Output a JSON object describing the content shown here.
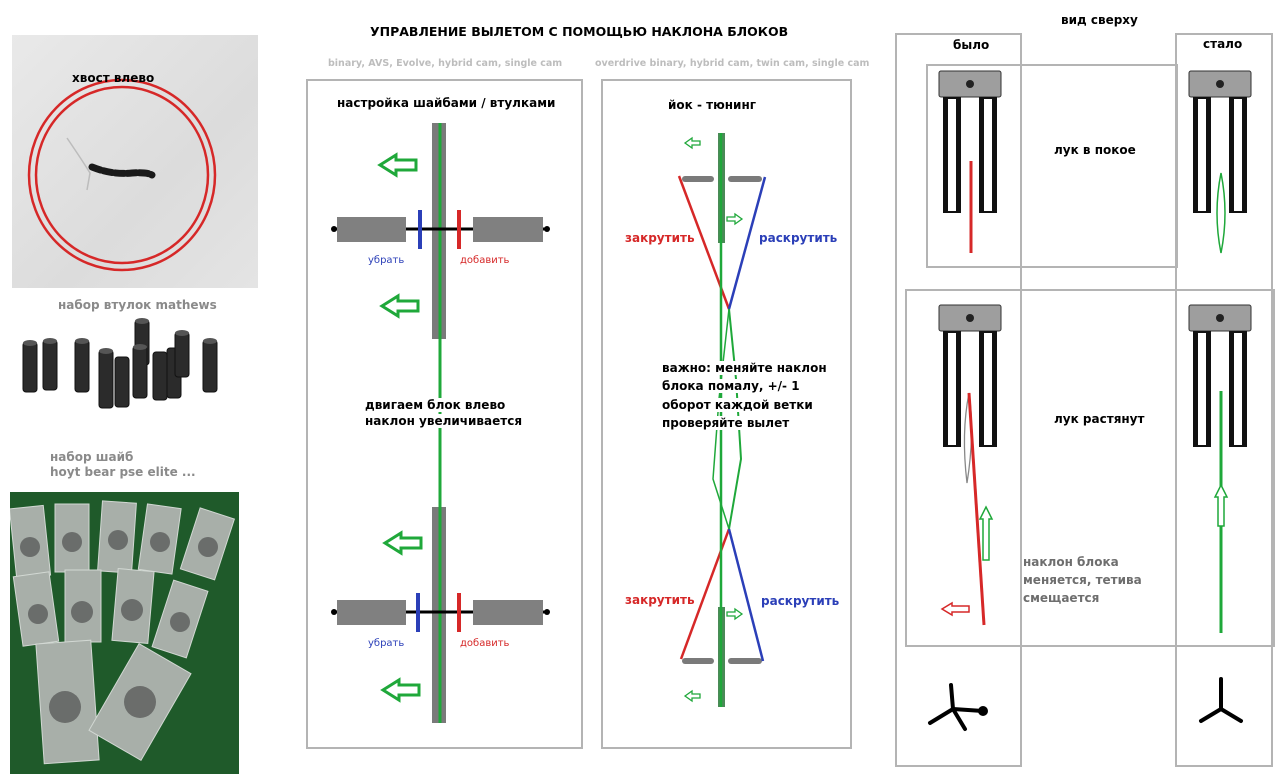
{
  "title": "УПРАВЛЕНИЕ ВЫЛЕТОМ С ПОМОЩЬЮ НАКЛОНА БЛОКОВ",
  "left": {
    "photo_caption": "хвост влево",
    "bushings_caption": "набор втулок  mathews",
    "shims_caption_line1": "набор шайб",
    "shims_caption_line2": "hoyt bear pse elite ..."
  },
  "panel_shims": {
    "subtitle": "binary, AVS, Evolve, hybrid cam, single cam",
    "heading": "настройка шайбами / втулками",
    "remove_label": "убрать",
    "add_label": "добавить",
    "note_line1": "двигаем блок влево",
    "note_line2": "наклон увеличивается"
  },
  "panel_yoke": {
    "subtitle": "overdrive binary, hybrid cam, twin cam, single cam",
    "heading": "йок - тюнинг",
    "twist_label": "закрутить",
    "untwist_label": "раскрутить",
    "note_line1": "важно: меняйте наклон",
    "note_line2": "блока помалу, +/- 1",
    "note_line3": "оборот каждой ветки",
    "note_line4": "проверяйте вылет"
  },
  "top_view": {
    "heading": "вид сверху",
    "before_label": "было",
    "after_label": "стало",
    "rest_label": "лук в покое",
    "drawn_label": "лук растянут",
    "lean_note_line1": "наклон блока",
    "lean_note_line2": "меняется, тетива",
    "lean_note_line3": "смещается"
  },
  "colors": {
    "red": "#d62828",
    "blue": "#2b3fb8",
    "green": "#1fa83a",
    "gray": "#7a7a7a",
    "panel_border": "#b4b4b4"
  }
}
